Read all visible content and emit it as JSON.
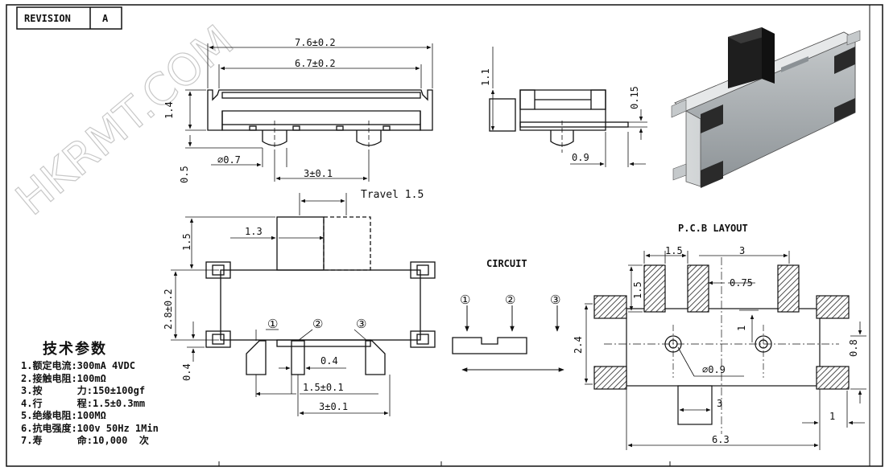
{
  "title_block": {
    "revision_label": "REVISION",
    "revision_value": "A"
  },
  "watermark": "HKRMT.COM",
  "top_view": {
    "overall_length": "7.6±0.2",
    "body_length": "6.7±0.2",
    "height": "1.4",
    "pin_height": "0.5",
    "post_diameter": "∅0.7",
    "post_pitch": "3±0.1"
  },
  "side_view": {
    "height": "1.1",
    "thickness": "0.15",
    "width": "0.9"
  },
  "plan_view": {
    "travel": "Travel 1.5",
    "actuator_width": "1.3",
    "actuator_height": "1.5",
    "body_width": "2.8±0.2",
    "tab_height": "0.4",
    "terminal_width": "0.4",
    "terminal_pitch": "1.5±0.1",
    "terminal_span": "3±0.1",
    "terminal_labels": [
      "①",
      "②",
      "③"
    ]
  },
  "circuit": {
    "title": "CIRCUIT",
    "pin_labels": [
      "①",
      "②",
      "③"
    ]
  },
  "pcb_layout": {
    "title": "P.C.B LAYOUT",
    "pad_width": "1.5",
    "pad_pitch": "3",
    "pad_height": "1.5",
    "pad_gap": "0.75",
    "row_offset": "1",
    "hole_spacing": "2.4",
    "mount_pad": "0.8",
    "hole_diameter": "∅0.9",
    "center_width": "3",
    "overall_width": "6.3",
    "edge_offset": "1"
  },
  "parameters": {
    "title": "技术参数",
    "items": [
      "1.额定电流:300mA 4VDC",
      "2.接触电阻:100mΩ",
      "3.按      力:150±100gf",
      "4.行      程:1.5±0.3mm",
      "5.绝缘电阻:100MΩ",
      "6.抗电强度:100v 50Hz 1Min",
      "7.寿      命:10,000  次"
    ]
  }
}
